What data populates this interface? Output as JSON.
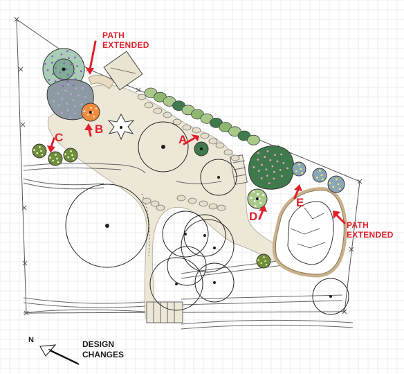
{
  "labels": {
    "a": "A",
    "b": "B",
    "c": "C",
    "d": "D",
    "e": "E",
    "path_extended_top": [
      "PATH",
      "EXTENDED"
    ],
    "path_extended_right": [
      "PATH",
      "EXTENDED"
    ]
  },
  "legend": {
    "north": "N",
    "title": [
      "DESIGN",
      "CHANGES"
    ]
  },
  "colors": {
    "path_fill": "#ece7d6",
    "annotation": "#e0202a",
    "edging": "#d6c5a8",
    "dark_green": "#3f7a4c",
    "light_green": "#a9c98a",
    "lavender": "#b8a9d6",
    "orange": "#f08a3c",
    "grey_shrub": "#8d9aa3",
    "blue_shrub": "#8aa7b8"
  }
}
